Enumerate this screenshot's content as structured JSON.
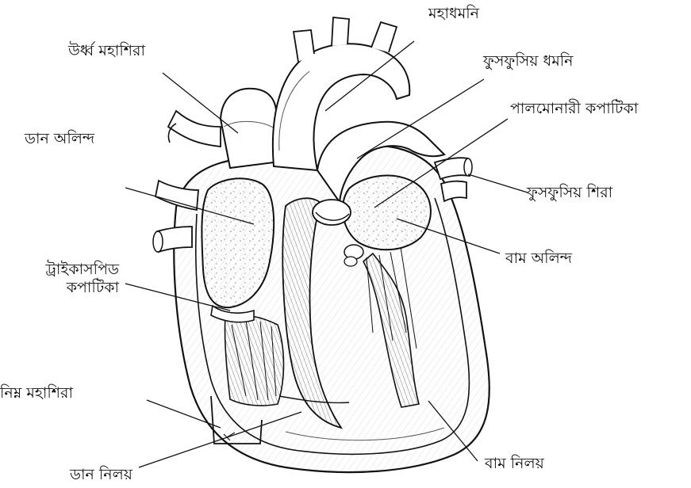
{
  "figure": {
    "labels": {
      "aorta": "মহাধমনি",
      "superior_vena_cava": "উর্ধ্ব মহাশিরা",
      "pulmonary_artery": "ফুসফুসিয় ধমনি",
      "pulmonary_valve": "পালমোনারী কপাটিকা",
      "right_atrium": "ডান অলিন্দ",
      "pulmonary_veins": "ফুসফুসিয় শিরা",
      "left_atrium": "বাম অলিন্দ",
      "tricuspid_valve_line1": "ট্রাইকাসপিড",
      "tricuspid_valve_line2": "কপাটিকা",
      "inferior_vena_cava": "নিম্ন মহাশিরা",
      "right_ventricle": "ডান নিলয়",
      "left_ventricle": "বাম নিলয়"
    },
    "colors": {
      "ink": "#111111",
      "shading": "#7a7a7a",
      "background": "#ffffff"
    }
  }
}
